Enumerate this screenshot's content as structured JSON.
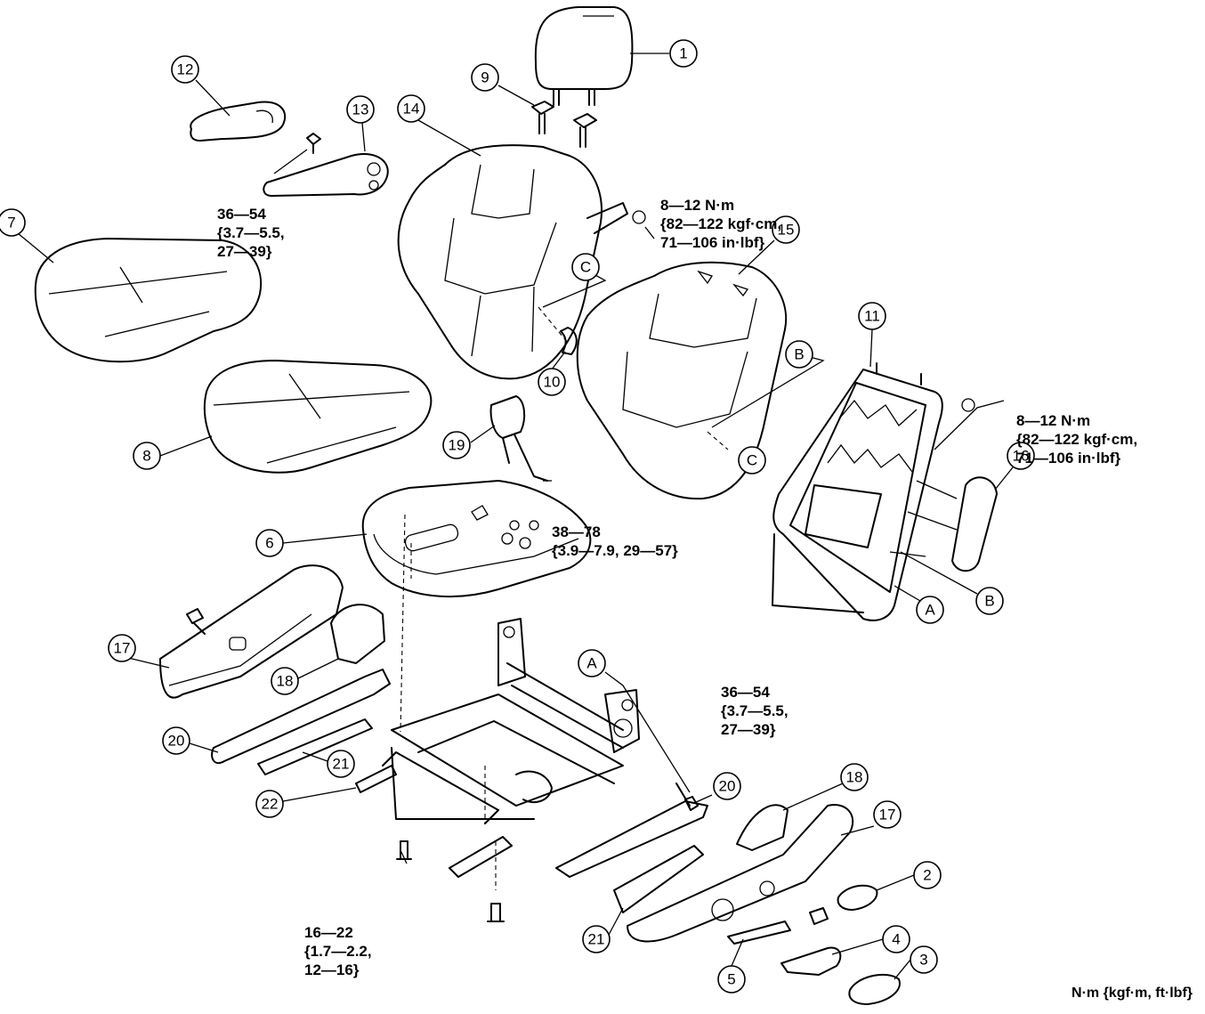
{
  "torque_specs": [
    {
      "id": "t1",
      "lines": [
        "36—54",
        "{3.7—5.5,",
        "27—39}"
      ]
    },
    {
      "id": "t2",
      "lines": [
        "8—12 N·m",
        "{82—122 kgf·cm,",
        "71—106 in·lbf}"
      ]
    },
    {
      "id": "t3",
      "lines": [
        "8—12 N·m",
        "{82—122 kgf·cm,",
        "71—106 in·lbf}"
      ]
    },
    {
      "id": "t4",
      "lines": [
        "38—78",
        "{3.9—7.9, 29—57}"
      ]
    },
    {
      "id": "t5",
      "lines": [
        "36—54",
        "{3.7—5.5,",
        "27—39}"
      ]
    },
    {
      "id": "t6",
      "lines": [
        "16—22",
        "{1.7—2.2,",
        "12—16}"
      ]
    }
  ],
  "callouts": [
    "1",
    "2",
    "3",
    "4",
    "5",
    "6",
    "7",
    "8",
    "9",
    "10",
    "11",
    "12",
    "13",
    "14",
    "15",
    "16",
    "17",
    "17",
    "18",
    "18",
    "19",
    "20",
    "20",
    "21",
    "21",
    "22",
    "A",
    "A",
    "B",
    "B",
    "C",
    "C"
  ],
  "units_label": "N·m {kgf·m, ft·lbf}"
}
